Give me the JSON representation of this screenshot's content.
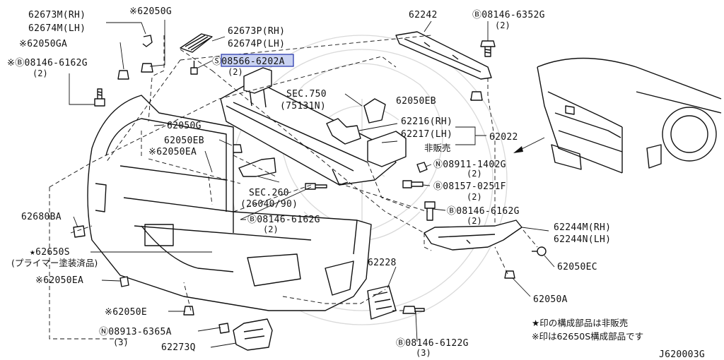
{
  "diagram_code": "J620003G",
  "legend": {
    "star_note": "★印の構成部品は非販売",
    "kome_note": "※印は62650S構成部品です"
  },
  "labels": {
    "p62673m": "62673M(RH)",
    "p62674m": "62674M(LH)",
    "p62050g_top": "※62050G",
    "p62050ga": "※62050GA",
    "bolt_081466162g_a": "※Ⓑ08146-6162G",
    "bolt_081466162g_a_qty": "(2)",
    "p62673p": "62673P(RH)",
    "p62674p": "62674P(LH)",
    "screw_085666202a": "Ⓢ08566-6202A",
    "screw_085666202a_qty": "(2)",
    "p62242": "62242",
    "bolt_081466352g": "Ⓑ08146-6352G",
    "bolt_081466352g_qty": "(2)",
    "sec750": "SEC.750",
    "sec750_ref": "(75131N)",
    "p62050eb_right": "62050EB",
    "p62216": "62216(RH)",
    "p62217": "62217(LH)",
    "p62022": "62022",
    "not_sold": "非販売",
    "p62050g_mid": "62050G",
    "p62050eb_left": "62050EB",
    "p62050ea_mid": "※62050EA",
    "nut_089111402g": "Ⓝ08911-1402G",
    "nut_089111402g_qty": "(2)",
    "bolt_081570251f": "Ⓑ08157-0251F",
    "bolt_081570251f_qty": "(2)",
    "sec260": "SEC.260",
    "sec260_ref": "(26040/90)",
    "bolt_081466162g_b": "Ⓑ08146-6162G",
    "bolt_081466162g_b_qty": "(2)",
    "bolt_081466162g_c": "Ⓑ08146-6162G",
    "bolt_081466162g_c_qty": "(2)",
    "p62680ba": "62680BA",
    "p62244m": "62244M(RH)",
    "p62244n": "62244N(LH)",
    "p62650s": "★62650S",
    "p62650s_note": "(プライマー塗装済品)",
    "p62050ec": "62050EC",
    "p62050ea_low": "※62050EA",
    "p62228": "62228",
    "p62050a": "62050A",
    "p62050e": "※62050E",
    "nut_089136365a": "Ⓝ08913-6365A",
    "nut_089136365a_qty": "(3)",
    "p62273q": "62273Q",
    "bolt_081466122g": "Ⓑ08146-6122G",
    "bolt_081466122g_qty": "(3)"
  },
  "highlight": {
    "part": "08566-6202A",
    "color": "#c9d2f2"
  }
}
